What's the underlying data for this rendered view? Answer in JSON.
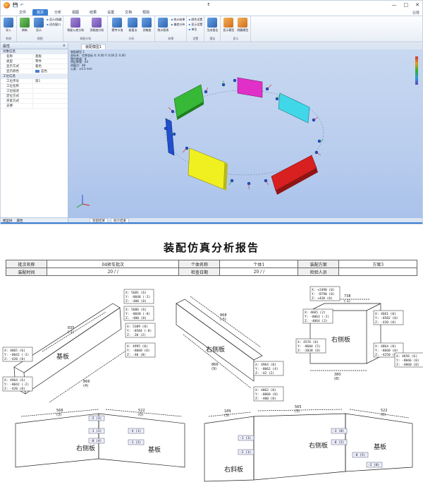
{
  "app": {
    "title": "E",
    "window_controls": [
      "—",
      "□",
      "✕"
    ],
    "menu_tabs": [
      "文件",
      "首页",
      "分析",
      "视图",
      "结果",
      "设置",
      "文档",
      "帮助"
    ],
    "active_tab_index": 1,
    "menu_right": "引导",
    "ribbon_groups": [
      {
        "label": "系统",
        "buttons": [
          "导入"
        ]
      },
      {
        "label": "视图",
        "buttons": [
          "刷新",
          "显示"
        ],
        "small": [
          "显示/隐藏",
          "适合窗口"
        ]
      },
      {
        "label": "装配分析",
        "buttons": [
          "装配公差分析",
          "贡献度分析"
        ]
      },
      {
        "label": "分析",
        "buttons": [
          "蒙特卡洛",
          "极值法",
          "灵敏度"
        ]
      },
      {
        "label": "结果",
        "buttons": [
          "统计图表"
        ],
        "small": [
          "统计结果",
          "偏差分布"
        ]
      },
      {
        "label": "设置",
        "small": [
          "颜色设置",
          "显示设置",
          "单位"
        ]
      },
      {
        "label": "报告",
        "buttons": [
          "生成报告"
        ]
      },
      {
        "label": "显示",
        "buttons": [
          "显示模型",
          "隐藏模型"
        ]
      }
    ],
    "left_panel": {
      "title": "属性",
      "pin": "×",
      "sections": [
        {
          "name": "对象信息",
          "rows": [
            {
              "k": "名称",
              "v": "基板"
            },
            {
              "k": "类型",
              "v": "零件"
            },
            {
              "k": "显示方式",
              "v": "着色"
            },
            {
              "k": "显示颜色",
              "v": "蓝色",
              "color": "#4a7bd0"
            }
          ]
        },
        {
          "name": "工位信息",
          "rows": [
            {
              "k": "工位序号",
              "v": "第1"
            },
            {
              "k": "工位名称",
              "v": ""
            },
            {
              "k": "工位描述",
              "v": ""
            },
            {
              "k": "定位方式",
              "v": ""
            },
            {
              "k": "夹紧方式",
              "v": ""
            },
            {
              "k": "支撑",
              "v": ""
            }
          ]
        }
      ],
      "footer_tabs": [
        "模型树",
        "属性"
      ]
    },
    "doc_tab": "装配模型1",
    "viewport_info": [
      "装配模型 1",
      "坐标系：世界坐标 X: 0.00 Y: 0.00 Z: 0.00",
      "零件数量：8",
      "特征数量：64",
      "测量点：48",
      "公差：±0.5 mm"
    ],
    "view_bottom_tabs": [
      "装配结果",
      "统计结果"
    ]
  },
  "colors": {
    "viewport_bg": "#bcd0ee",
    "part_green": "#37b837",
    "part_magenta": "#e030c8",
    "part_cyan": "#40d8e8",
    "part_red": "#d82020",
    "part_yellow": "#f0f020",
    "part_blue": "#2050d0",
    "accent": "#3b7fd4"
  },
  "report": {
    "title": "装配仿真分析报告",
    "table": [
      [
        "批次名称",
        "04轿车批次",
        "个体名称",
        "个体1",
        "装配方案",
        "方案3"
      ],
      [
        "装配时间",
        "20    /    /",
        "检查日期",
        "20    /    /",
        "检验人员",
        ""
      ]
    ],
    "parts": {
      "left_beam": "基板",
      "right_beam": "右侧板",
      "right_box": "右侧板",
      "bottom_left_a": "右侧板",
      "bottom_left_b": "基板",
      "bottom_right_a": "右斜板",
      "bottom_right_b": "右侧板",
      "bottom_right_c": "基板"
    },
    "dims": {
      "d1": "835",
      "d1b": "(-1)",
      "d2": "866",
      "d2b": "(4)",
      "d3": "868",
      "d3b": "(-5)",
      "d4": "866",
      "d4b": "(9)",
      "d5": "738",
      "d5b": "(-1)",
      "d6": "380",
      "d6b": "(8)",
      "d7": "568",
      "d7b": "(3)",
      "d8": "522",
      "d8b": "(0)",
      "d9": "189",
      "d9b": "(3)",
      "d10": "565",
      "d10b": "(3)",
      "d11": "522",
      "d11b": "(0)"
    },
    "annos": [
      [
        "X: 5681 (6)",
        "Y: -8048 (-2)",
        "Z:  -400 (0)"
      ],
      [
        "X: 5606 (6)",
        "Y: -8040 (-8)",
        "Z:  -400 (0)"
      ],
      [
        "X: 5389 (8)",
        "Y: -8584 (-8)",
        "Z:  -20 (2)"
      ],
      [
        "X: 4865 (6)",
        "Y: -8042 (-2)",
        "Z:  -420 (0)"
      ],
      [
        "X: 4964 (6)",
        "Y: -8042 (-2)",
        "Z:  -420 (0)"
      ],
      [
        "X: 4964 (0)",
        "Y: -8062 (4)",
        "Z:  -42 (2)"
      ],
      [
        "X: 4862 (0)",
        "Y: -8060 (8)",
        "Z:  -400 (0)"
      ],
      [
        "X: 4995 (0)",
        "Y: -8060 (8)",
        "Z:  -40 (0)"
      ],
      [
        "X: 4665 (2)",
        "Y: -8063 (-2)",
        "Z:  -4064 (2)"
      ],
      [
        "X: 4576 (0)",
        "Y: -8604 (5)",
        "Z:  -2030 (0)"
      ],
      [
        "X: 4661 (0)",
        "Y: -8582 (0)",
        "Z:  -420 (0)"
      ],
      [
        "X: 4864 (0)",
        "Y: -8660 (0)",
        "Z:  -4250 (0)"
      ],
      [
        "X: 4656 (6)",
        "Y: -8666 (0)",
        "Z:  -4060 (0)"
      ],
      [
        "X: +2490 (0)",
        "Y: -8790 (0)",
        "Z:  +420 (0)"
      ]
    ],
    "small_labels": [
      "-2 (3)",
      "-1 (2)",
      "-0 (4)",
      "-4 (1)",
      "-1 (2)",
      "-3 (0)",
      "-0 (2)",
      "-1 (3)",
      "-2 (1)",
      "-0 (5)",
      "-2 (0)"
    ]
  }
}
